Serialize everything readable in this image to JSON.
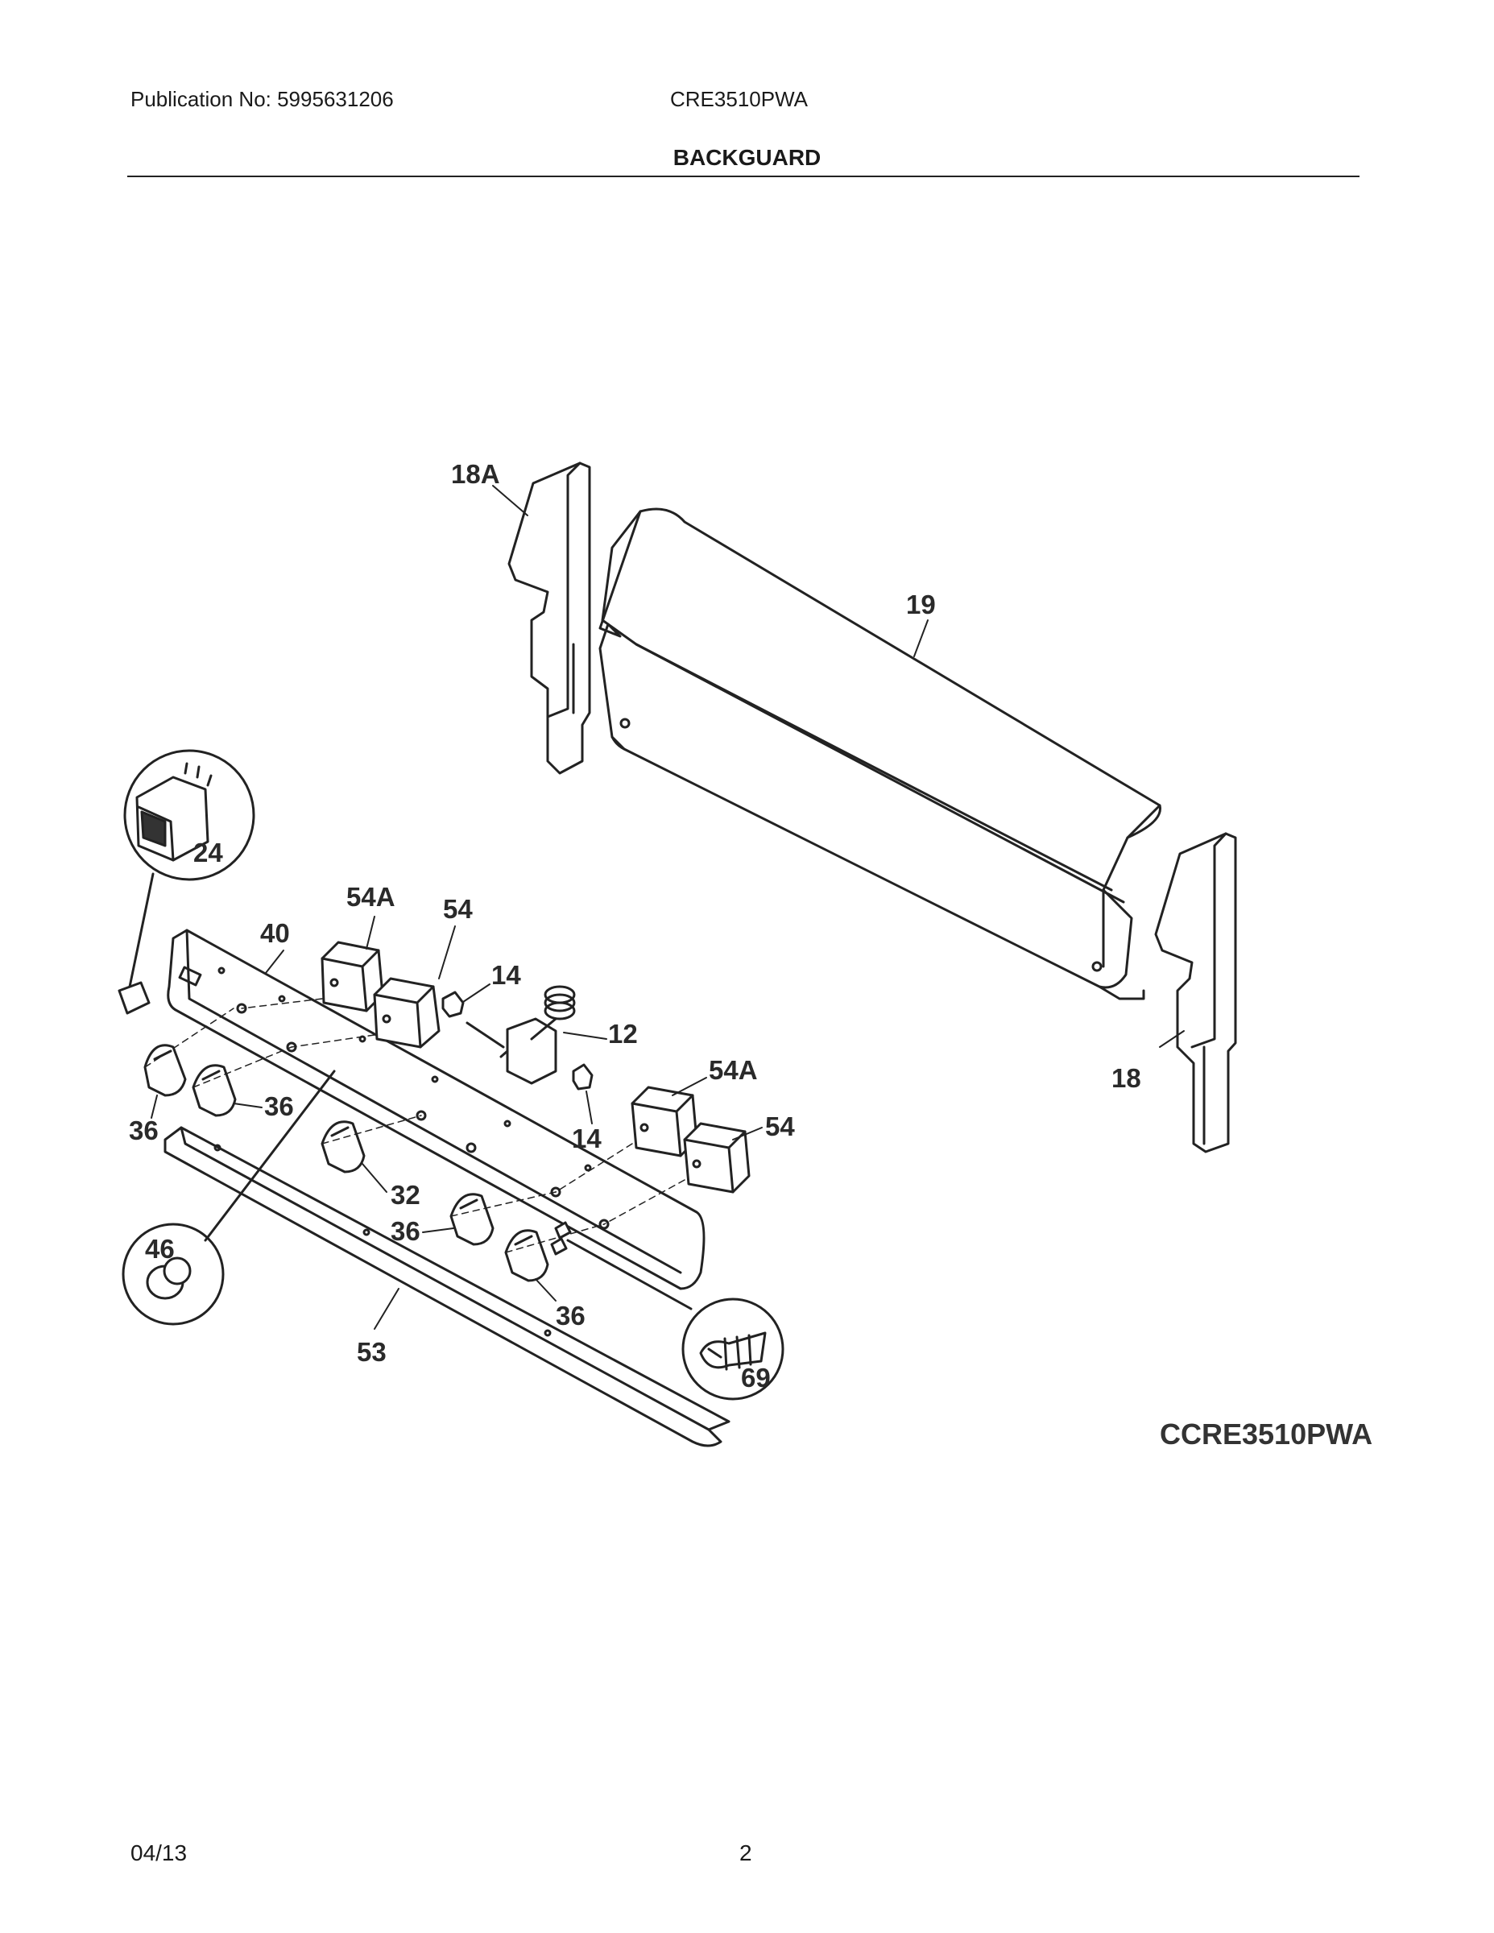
{
  "header": {
    "publication": "Publication No: 5995631206",
    "model": "CRE3510PWA",
    "title": "BACKGUARD"
  },
  "callouts": {
    "c18a": "18A",
    "c19": "19",
    "c24": "24",
    "c54a_top": "54A",
    "c54_top": "54",
    "c40": "40",
    "c14_top": "14",
    "c12": "12",
    "c54a_bot": "54A",
    "c54_bot": "54",
    "c14_bot": "14",
    "c18": "18",
    "c36_a": "36",
    "c36_b": "36",
    "c32": "32",
    "c36_c": "36",
    "c36_d": "36",
    "c46": "46",
    "c53": "53",
    "c69": "69"
  },
  "figure_code": "CCRE3510PWA",
  "footer": {
    "date": "04/13",
    "page": "2"
  }
}
